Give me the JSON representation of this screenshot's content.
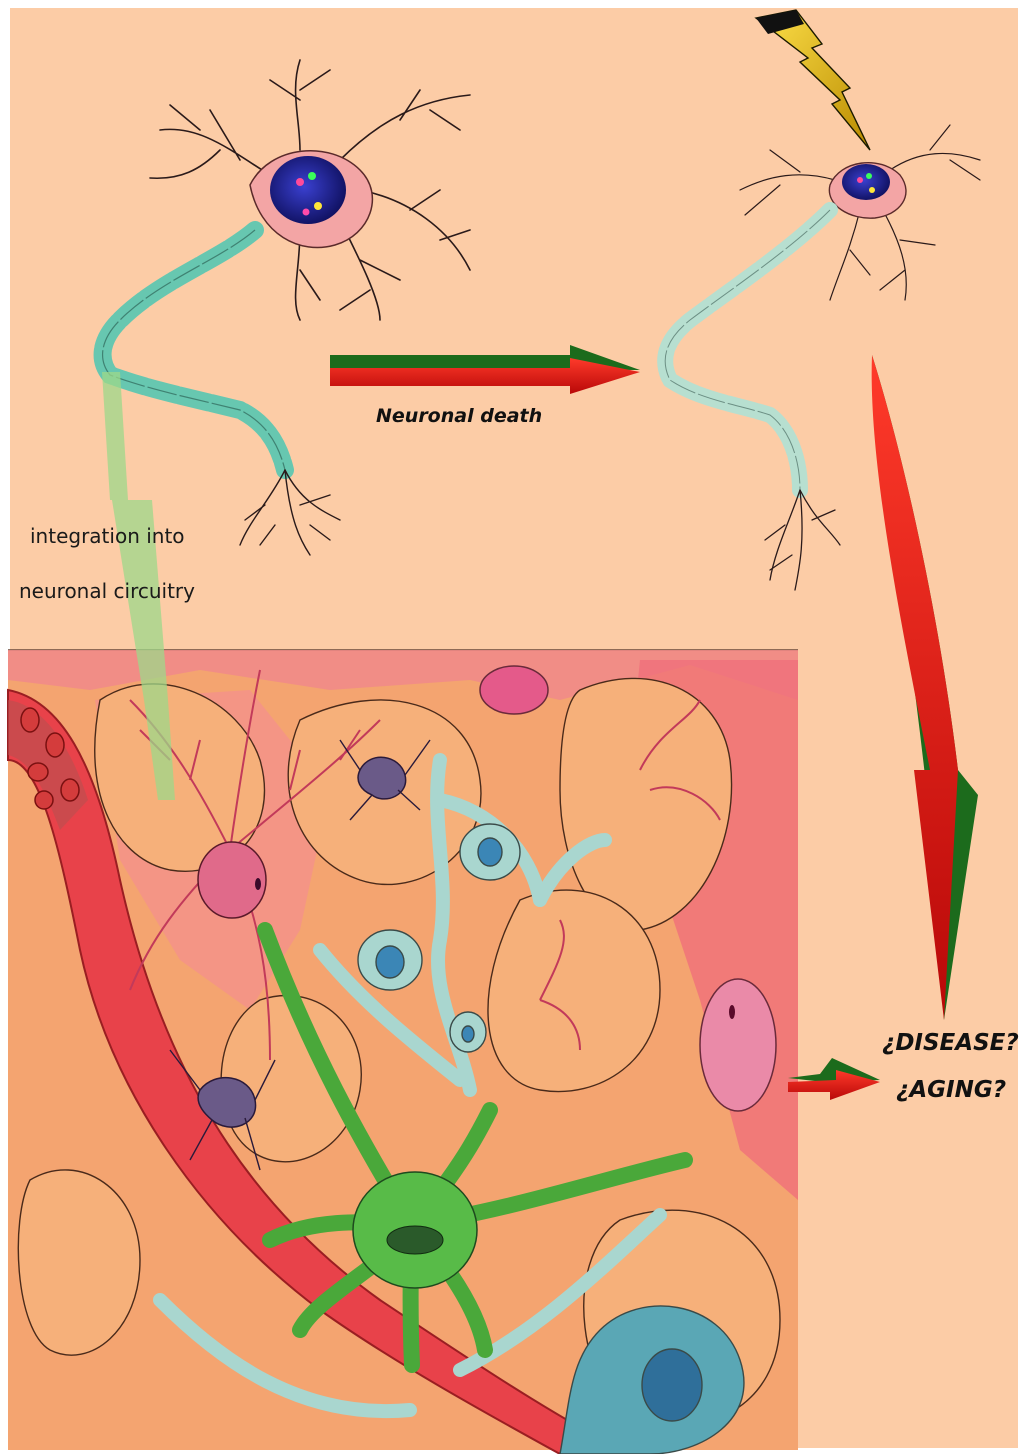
{
  "labels": {
    "integration_line1": "integration into",
    "integration_line2": "neuronal circuitry",
    "neuronal_death": "Neuronal death",
    "disease": "¿DISEASE?",
    "aging": "¿AGING?"
  },
  "colors": {
    "background": "#fccca6",
    "arrow_red": "#e01010",
    "arrow_green": "#1c6b1c",
    "integration_arrow": "#9ed88a",
    "axon_healthy": "#67c7b0",
    "axon_damaged": "#b7dfd0",
    "soma": "#f3a5a5",
    "nucleus": "#1c1e8c",
    "lightning": "#f0c000",
    "tissue": "#f4a470",
    "vessel": "#e8424a",
    "glia_green": "#58bb48"
  }
}
